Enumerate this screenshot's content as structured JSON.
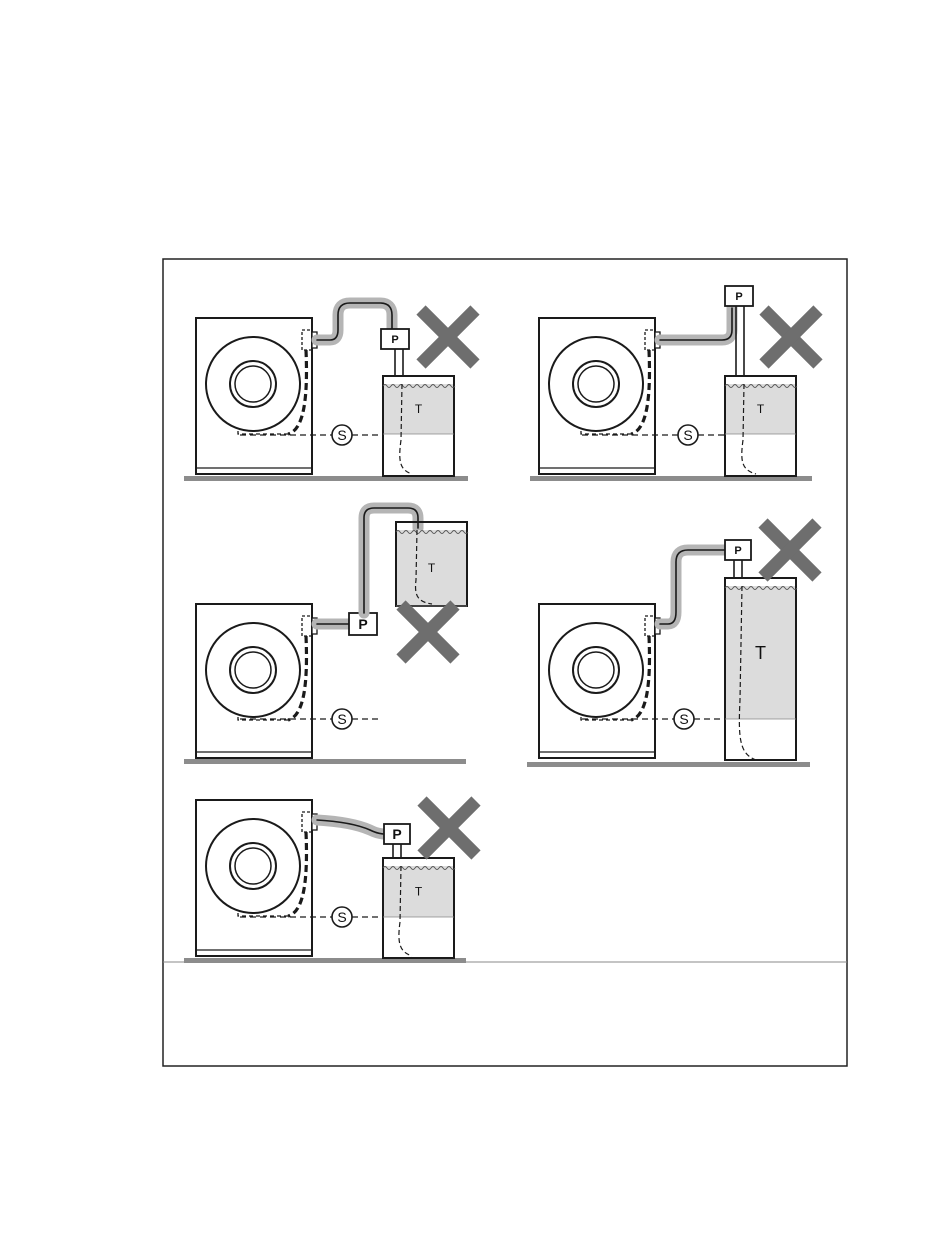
{
  "figure": {
    "labels": {
      "pump": "P",
      "tank": "T",
      "sensor": "S"
    },
    "panels": [
      {
        "id": "top-left",
        "pump_label": "P",
        "tank_label": "T",
        "sensor_label": "S",
        "marked": "incorrect"
      },
      {
        "id": "top-right",
        "pump_label": "P",
        "tank_label": "T",
        "sensor_label": "S",
        "marked": "incorrect"
      },
      {
        "id": "middle-left",
        "pump_label": "P",
        "tank_label": "T",
        "sensor_label": "S",
        "marked": "incorrect"
      },
      {
        "id": "middle-right",
        "pump_label": "P",
        "tank_label": "T",
        "sensor_label": "S",
        "marked": "incorrect"
      },
      {
        "id": "bottom-left",
        "pump_label": "P",
        "tank_label": "T",
        "sensor_label": "S",
        "marked": "incorrect"
      }
    ],
    "colors": {
      "line": "#1a1a1a",
      "hose_halo": "#b5b5b5",
      "tank_fill": "#dcdcdc",
      "floor": "#8c8c8c",
      "cross": "#6e6e6e",
      "frame": "#222222"
    }
  }
}
